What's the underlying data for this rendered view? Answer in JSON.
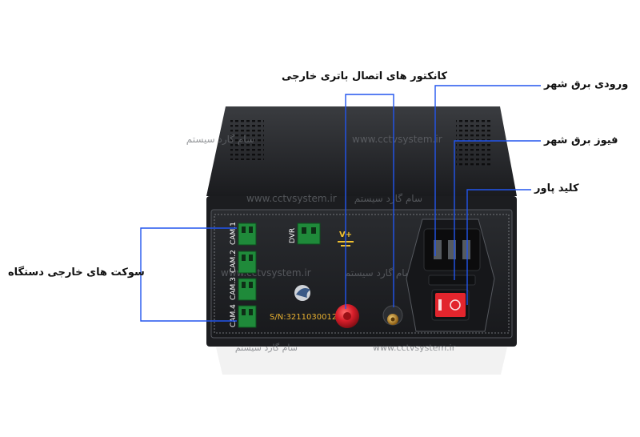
{
  "callouts": {
    "battery_connectors": "کانکتور های اتصال باتری خارجی",
    "mains_input": "ورودی برق شهر",
    "mains_fuse": "فیوز برق شهر",
    "power_switch": "کلید پاور",
    "external_sockets": "سوکت های خارجی دستگاه"
  },
  "device": {
    "camera_ports": [
      "CAM.1",
      "CAM.2",
      "CAM.3",
      "CAM.4"
    ],
    "dvr_label": "DVR",
    "battery_symbol": "V+",
    "serial": "S/N:3211030012",
    "watermark_url": "www.cctvsystem.ir",
    "watermark_brand": "سام گارد سیستم"
  },
  "colors": {
    "callout_line": "#2255ee",
    "case_dark": "#1c1d20",
    "panel_face": "#1e2024",
    "terminal_green": "#1f8a3a",
    "red_post": "#d81e2a",
    "switch_red": "#e2252d",
    "label_text": "#111111"
  }
}
